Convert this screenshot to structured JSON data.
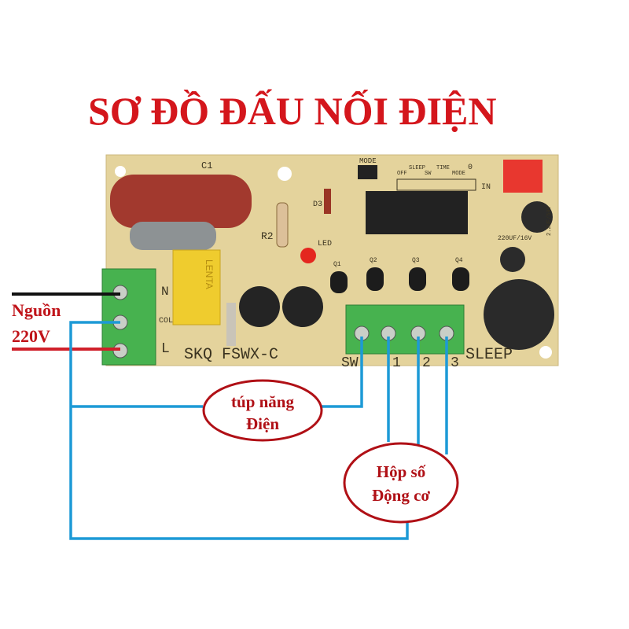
{
  "title": "SƠ ĐỒ ĐẤU NỐI ĐIỆN",
  "power_label": {
    "line1": "Nguồn",
    "line2": "220V"
  },
  "ovals": [
    {
      "line1": "túp năng",
      "line2": "Điện"
    },
    {
      "line1": "Hộp số",
      "line2": "Động cơ"
    }
  ],
  "board": {
    "model": "SKQ  FSWX-C",
    "terminals": [
      "SW",
      "1",
      "2",
      "3"
    ],
    "sleep": "SLEEP",
    "left_pins": [
      "N",
      "COL",
      "L"
    ],
    "r2": "R2",
    "d3": "D3",
    "led": "LED",
    "c1": "C1",
    "mode": "MODE",
    "in": "IN",
    "header_pins": [
      "OFF",
      "SLEEP",
      "SW",
      "TIME",
      "MODE",
      "0"
    ],
    "transistors": [
      "Q1",
      "Q2",
      "Q3",
      "Q4"
    ],
    "lenta": "LENTA",
    "cap_value": "220UF/16V",
    "cap2_value": "2.2UF/50V"
  },
  "colors": {
    "title": "#d4161c",
    "wire_blue": "#1d9ad6",
    "wire_red": "#d0202a",
    "board": "#e4d39c",
    "terminal": "#3fae49"
  }
}
